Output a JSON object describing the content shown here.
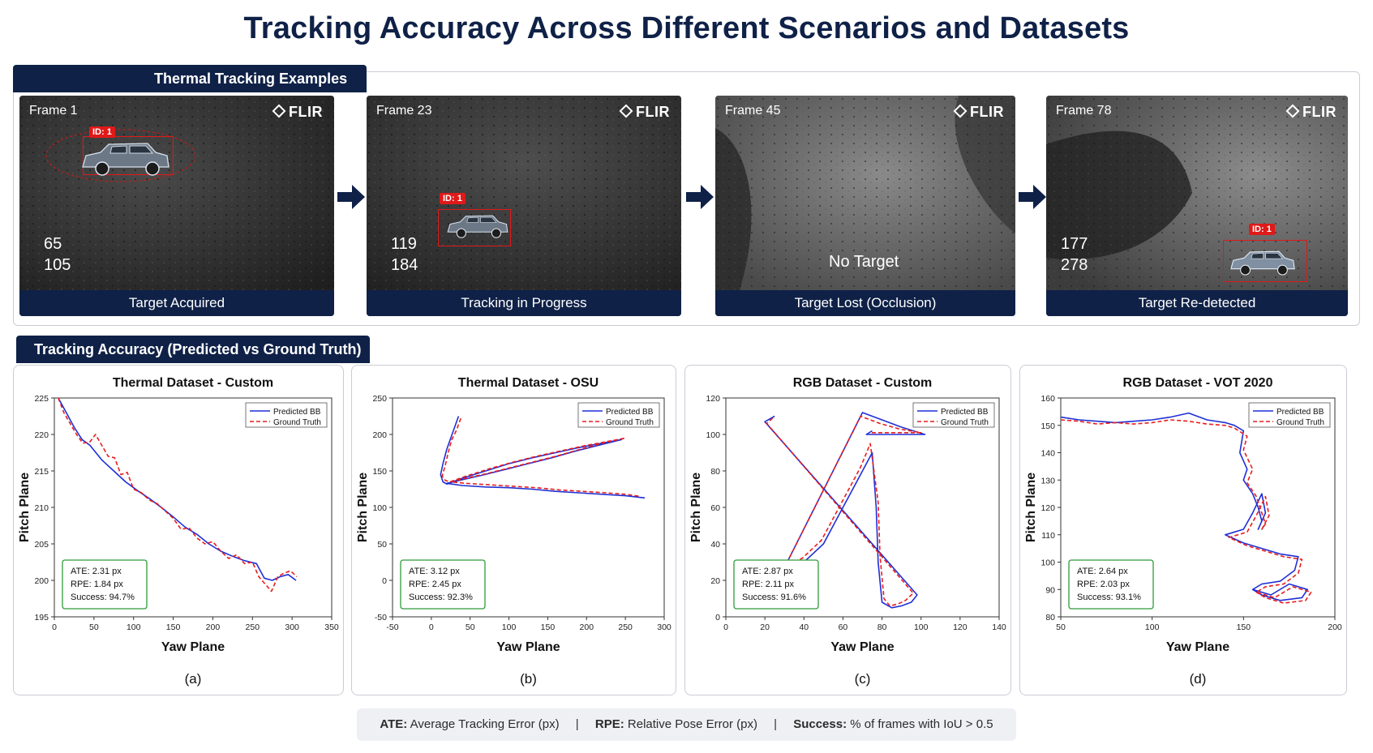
{
  "title": "Tracking Accuracy Across Different Scenarios and Datasets",
  "thermal_section": {
    "tab_label": "Thermal Tracking Examples",
    "brand": "FLIR",
    "frames": [
      {
        "label": "Frame 1",
        "caption": "Target Acquired",
        "id_tag": "ID: 1",
        "coord_a": "65",
        "coord_b": "105",
        "status": ""
      },
      {
        "label": "Frame 23",
        "caption": "Tracking in Progress",
        "id_tag": "ID: 1",
        "coord_a": "119",
        "coord_b": "184",
        "status": ""
      },
      {
        "label": "Frame 45",
        "caption": "Target Lost (Occlusion)",
        "id_tag": "",
        "coord_a": "",
        "coord_b": "",
        "status": "No Target"
      },
      {
        "label": "Frame 78",
        "caption": "Target Re-detected",
        "id_tag": "ID: 1",
        "coord_a": "177",
        "coord_b": "278",
        "status": ""
      }
    ]
  },
  "accuracy_section": {
    "tab_label": "Tracking Accuracy (Predicted vs Ground Truth)"
  },
  "colors": {
    "navy": "#0f2147",
    "predicted": "#1f2fd6",
    "ground_truth": "#e81d1d",
    "stats_border": "#2e9b3a"
  },
  "chart_data": [
    {
      "type": "line",
      "title": "Thermal Dataset - Custom",
      "xlabel": "Yaw Plane",
      "ylabel": "Pitch Plane",
      "xlim": [
        0,
        350
      ],
      "ylim": [
        195,
        225
      ],
      "xticks": [
        0,
        50,
        100,
        150,
        200,
        250,
        300,
        350
      ],
      "yticks": [
        195,
        200,
        205,
        210,
        215,
        220,
        225
      ],
      "legend": "top-right",
      "panel_label": "(a)",
      "stats": [
        "ATE: 2.31 px",
        "RPE: 1.84 px",
        "Success: 94.7%"
      ],
      "series": [
        {
          "name": "Predicted BB",
          "style": "solid",
          "x": [
            5,
            15,
            25,
            35,
            45,
            60,
            75,
            90,
            105,
            120,
            135,
            150,
            165,
            180,
            195,
            210,
            225,
            240,
            255,
            265,
            275,
            285,
            295,
            305
          ],
          "y": [
            225,
            223,
            221,
            219.3,
            218.5,
            216.5,
            215,
            213.5,
            212.3,
            211.2,
            210,
            208.7,
            207.3,
            206.3,
            205,
            204,
            203.3,
            202.7,
            202.3,
            200.3,
            200,
            200.5,
            200.8,
            200
          ]
        },
        {
          "name": "Ground Truth",
          "style": "dashed",
          "x": [
            5,
            12,
            20,
            28,
            36,
            45,
            52,
            60,
            68,
            76,
            84,
            92,
            100,
            110,
            120,
            130,
            140,
            150,
            160,
            170,
            180,
            190,
            200,
            210,
            220,
            230,
            240,
            250,
            258,
            266,
            274,
            282,
            290,
            298,
            306
          ],
          "y": [
            225,
            223,
            221.5,
            220,
            218.8,
            219,
            220,
            218.5,
            217,
            216.8,
            214.5,
            214.8,
            212.5,
            212,
            211,
            210.5,
            209.5,
            208.5,
            207,
            207.2,
            205.8,
            205,
            205.3,
            204,
            203,
            203.5,
            202.3,
            202.5,
            200.5,
            199.5,
            198.5,
            200.5,
            201,
            201.3,
            200.5
          ]
        }
      ]
    },
    {
      "type": "line",
      "title": "Thermal Dataset - OSU",
      "xlabel": "Yaw Plane",
      "ylabel": "Pitch Plane",
      "xlim": [
        -50,
        300
      ],
      "ylim": [
        -50,
        250
      ],
      "xticks": [
        -50,
        0,
        50,
        100,
        150,
        200,
        250,
        300
      ],
      "yticks": [
        -50,
        0,
        50,
        100,
        150,
        200,
        250
      ],
      "legend": "top-right",
      "panel_label": "(b)",
      "stats": [
        "ATE: 3.12 px",
        "RPE: 2.45 px",
        "Success: 92.3%"
      ],
      "series": [
        {
          "name": "Predicted BB",
          "style": "solid",
          "x": [
            35,
            30,
            25,
            20,
            15,
            12,
            15,
            20,
            40,
            70,
            100,
            130,
            160,
            190,
            220,
            245,
            215,
            185,
            155,
            125,
            95,
            65,
            40,
            20,
            40,
            70,
            100,
            130,
            160,
            190,
            220,
            250,
            275
          ],
          "y": [
            225,
            210,
            195,
            180,
            160,
            145,
            135,
            132,
            140,
            150,
            160,
            168,
            175,
            182,
            188,
            193,
            185,
            177,
            168,
            160,
            152,
            144,
            138,
            133,
            130,
            128,
            127,
            125,
            122,
            120,
            118,
            116,
            113
          ]
        },
        {
          "name": "Ground Truth",
          "style": "dashed",
          "x": [
            38,
            32,
            26,
            22,
            18,
            14,
            18,
            24,
            45,
            75,
            105,
            135,
            165,
            195,
            225,
            250,
            220,
            190,
            160,
            130,
            100,
            70,
            45,
            25,
            45,
            75,
            105,
            135,
            165,
            195,
            225,
            250,
            270
          ],
          "y": [
            222,
            205,
            192,
            176,
            158,
            143,
            137,
            135,
            143,
            153,
            162,
            170,
            177,
            184,
            190,
            195,
            188,
            179,
            170,
            162,
            154,
            146,
            140,
            135,
            133,
            131,
            129,
            127,
            124,
            122,
            120,
            118,
            115
          ]
        }
      ]
    },
    {
      "type": "line",
      "title": "RGB Dataset - Custom",
      "xlabel": "Yaw Plane",
      "ylabel": "Pitch Plane",
      "xlim": [
        0,
        140
      ],
      "ylim": [
        0,
        120
      ],
      "xticks": [
        0,
        20,
        40,
        60,
        80,
        100,
        120,
        140
      ],
      "yticks": [
        0,
        20,
        40,
        60,
        80,
        100,
        120
      ],
      "legend": "top-right",
      "panel_label": "(c)",
      "stats": [
        "ATE: 2.87 px",
        "RPE: 2.11 px",
        "Success: 91.6%"
      ],
      "series": [
        {
          "name": "Predicted BB",
          "style": "solid",
          "x": [
            25,
            20,
            98,
            95,
            90,
            85,
            80,
            78,
            77,
            75,
            70,
            65,
            60,
            55,
            50,
            45,
            40,
            35,
            30,
            70,
            80,
            90,
            102,
            72,
            75
          ],
          "y": [
            110,
            107,
            12,
            8,
            6,
            5,
            8,
            30,
            60,
            90,
            80,
            70,
            60,
            50,
            40,
            35,
            30,
            28,
            27,
            112,
            108,
            104,
            100,
            100,
            102
          ]
        },
        {
          "name": "Ground Truth",
          "style": "dashed",
          "x": [
            24,
            21,
            96,
            92,
            88,
            84,
            81,
            79,
            78,
            74,
            69,
            64,
            59,
            54,
            49,
            44,
            39,
            34,
            31,
            69,
            79,
            89,
            100,
            74
          ],
          "y": [
            109,
            106,
            13,
            9,
            7,
            6,
            10,
            33,
            63,
            95,
            82,
            72,
            62,
            52,
            42,
            37,
            32,
            30,
            29,
            110,
            106,
            103,
            101,
            101
          ]
        }
      ]
    },
    {
      "type": "line",
      "title": "RGB Dataset - VOT 2020",
      "xlabel": "Yaw Plane",
      "ylabel": "Pitch Plane",
      "xlim": [
        50,
        200
      ],
      "ylim": [
        80,
        160
      ],
      "xticks": [
        50,
        100,
        150,
        200
      ],
      "yticks": [
        80,
        90,
        100,
        110,
        120,
        130,
        140,
        150,
        160
      ],
      "legend": "top-right",
      "panel_label": "(d)",
      "stats": [
        "ATE: 2.64 px",
        "RPE: 2.03 px",
        "Success: 93.1%"
      ],
      "series": [
        {
          "name": "Predicted BB",
          "style": "solid",
          "x": [
            50,
            60,
            70,
            80,
            90,
            100,
            110,
            120,
            130,
            140,
            145,
            150,
            148,
            152,
            150,
            155,
            158,
            160,
            158,
            162,
            160,
            155,
            150,
            140,
            150,
            160,
            170,
            180,
            178,
            170,
            160,
            155,
            165,
            175,
            185,
            182,
            170,
            160,
            155
          ],
          "y": [
            153,
            152,
            151.5,
            151,
            151.5,
            152,
            153,
            154.5,
            152,
            151,
            150,
            148,
            140,
            134,
            130,
            125,
            120,
            115,
            112,
            118,
            125,
            118,
            112,
            110,
            107,
            105,
            103,
            102,
            97,
            93,
            92,
            90,
            88,
            92,
            90,
            87,
            86,
            88,
            90
          ]
        },
        {
          "name": "Ground Truth",
          "style": "dashed",
          "x": [
            50,
            60,
            70,
            80,
            90,
            100,
            110,
            120,
            130,
            140,
            145,
            152,
            150,
            155,
            152,
            157,
            160,
            162,
            160,
            164,
            162,
            157,
            152,
            142,
            152,
            162,
            172,
            182,
            180,
            172,
            162,
            157,
            167,
            177,
            187,
            184,
            172,
            162,
            157
          ],
          "y": [
            152,
            151.5,
            150.5,
            151,
            150.5,
            151,
            152,
            151.5,
            150.5,
            150,
            149,
            146,
            141,
            134,
            129,
            124,
            118,
            114,
            112,
            117,
            124,
            117,
            111,
            109,
            106,
            104,
            102,
            101,
            96,
            92,
            91,
            89,
            87,
            91,
            89,
            86,
            85,
            87,
            89
          ]
        }
      ]
    }
  ],
  "footer": {
    "ate_key": "ATE:",
    "ate_desc": "Average Tracking Error (px)",
    "rpe_key": "RPE:",
    "rpe_desc": "Relative Pose Error (px)",
    "succ_key": "Success:",
    "succ_desc": "% of frames with IoU > 0.5",
    "separator": "|"
  }
}
